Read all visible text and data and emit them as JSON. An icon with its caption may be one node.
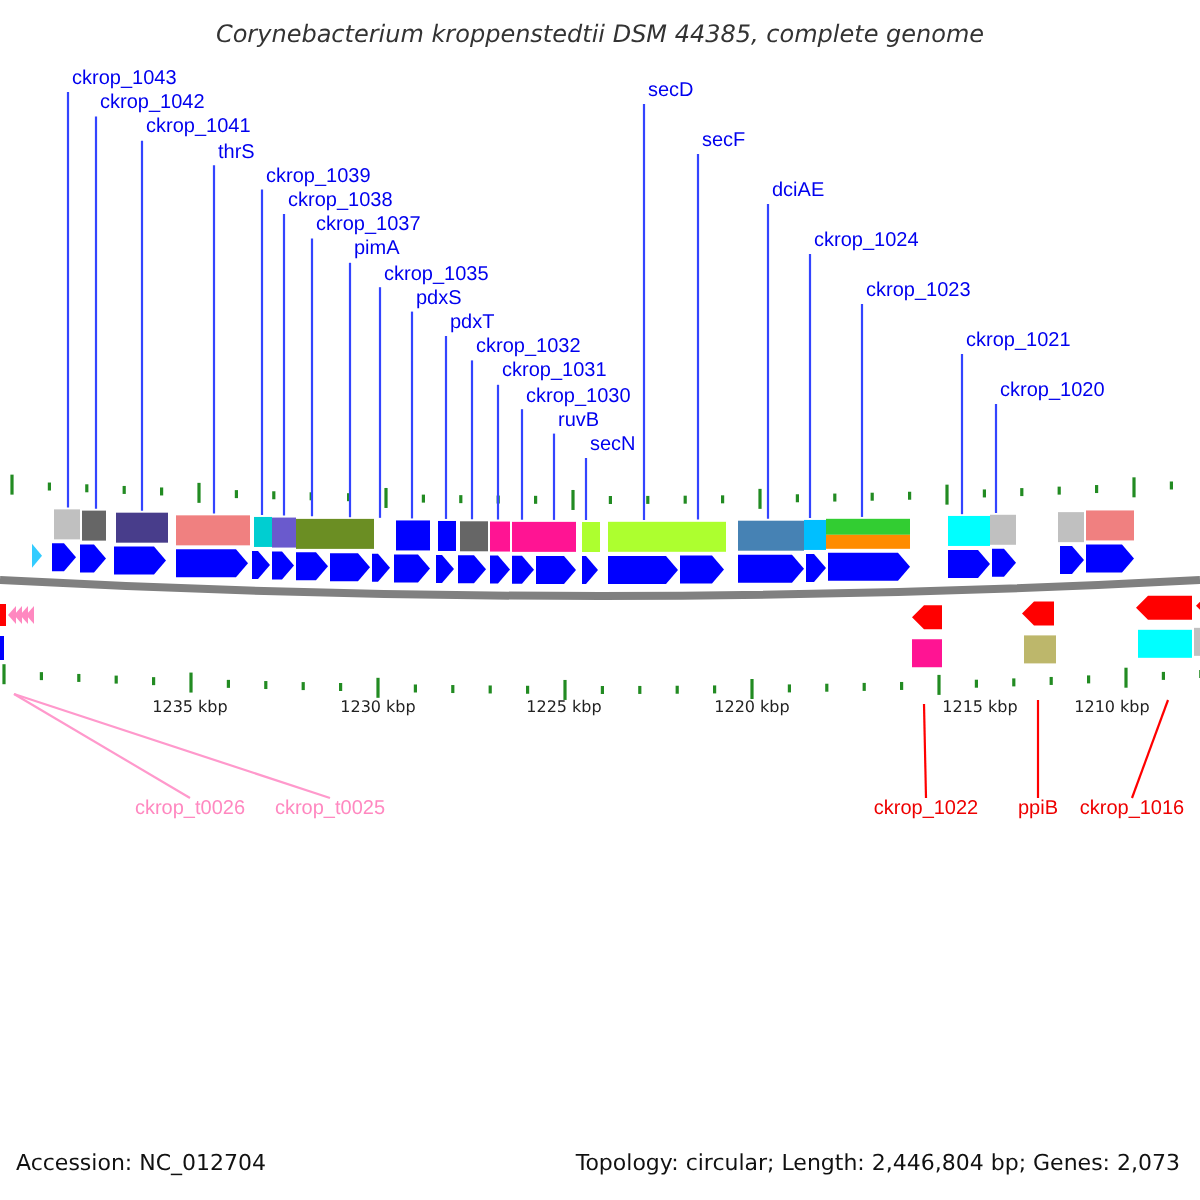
{
  "diagram": {
    "title": "Corynebacterium kroppenstedtii DSM 44385, complete genome",
    "nodes": [
      {
        "text": [
          "ckrop_1043"
        ]
      },
      {
        "text": [
          "ckrop_1042"
        ]
      },
      {
        "text": [
          "ckrop_1041"
        ]
      },
      {
        "text": [
          "thrS"
        ]
      },
      {
        "text": [
          "ckrop_1039"
        ]
      },
      {
        "text": [
          "ckrop_1038"
        ]
      },
      {
        "text": [
          "ckrop_1037"
        ]
      },
      {
        "text": [
          "pimA"
        ]
      },
      {
        "text": [
          "ckrop_1035"
        ]
      },
      {
        "text": [
          "pdxS"
        ]
      },
      {
        "text": [
          "pdxT"
        ]
      },
      {
        "text": [
          "ckrop_1032"
        ]
      },
      {
        "text": [
          "ckrop_1031"
        ]
      },
      {
        "text": [
          "ckrop_1030"
        ]
      },
      {
        "text": [
          "ruvB"
        ]
      },
      {
        "text": [
          "secN"
        ]
      },
      {
        "text": [
          "secD"
        ]
      },
      {
        "text": [
          "secF"
        ]
      },
      {
        "text": [
          "dciAE"
        ]
      },
      {
        "text": [
          "ckrop_1024"
        ]
      },
      {
        "text": [
          "ckrop_1023"
        ]
      },
      {
        "text": [
          "ckrop_1021"
        ]
      },
      {
        "text": [
          "ckrop_1020"
        ]
      },
      {
        "text": [
          "ckrop_t0026"
        ]
      },
      {
        "text": [
          "ckrop_t0025"
        ]
      },
      {
        "text": [
          "ckrop_1022"
        ]
      },
      {
        "text": [
          "ppiB"
        ]
      },
      {
        "text": [
          "ckrop_1016"
        ]
      }
    ],
    "edges": [
      {
        "from": 0,
        "to": null,
        "arrow": "none"
      },
      {
        "from": 1,
        "to": null,
        "arrow": "none"
      },
      {
        "from": 2,
        "to": null,
        "arrow": "none"
      },
      {
        "from": 3,
        "to": null,
        "arrow": "none"
      },
      {
        "from": 4,
        "to": null,
        "arrow": "none"
      },
      {
        "from": 5,
        "to": null,
        "arrow": "none"
      },
      {
        "from": 6,
        "to": null,
        "arrow": "none"
      },
      {
        "from": 7,
        "to": null,
        "arrow": "none"
      },
      {
        "from": 8,
        "to": null,
        "arrow": "none"
      },
      {
        "from": 9,
        "to": null,
        "arrow": "none"
      },
      {
        "from": 10,
        "to": null,
        "arrow": "none"
      },
      {
        "from": 11,
        "to": null,
        "arrow": "none"
      },
      {
        "from": 12,
        "to": null,
        "arrow": "none"
      },
      {
        "from": 13,
        "to": null,
        "arrow": "none"
      },
      {
        "from": 14,
        "to": null,
        "arrow": "none"
      },
      {
        "from": 15,
        "to": null,
        "arrow": "none"
      },
      {
        "from": 16,
        "to": null,
        "arrow": "none"
      },
      {
        "from": 17,
        "to": null,
        "arrow": "none"
      },
      {
        "from": 18,
        "to": null,
        "arrow": "none"
      },
      {
        "from": 19,
        "to": null,
        "arrow": "none"
      },
      {
        "from": 20,
        "to": null,
        "arrow": "none"
      },
      {
        "from": 21,
        "to": null,
        "arrow": "none"
      },
      {
        "from": 22,
        "to": null,
        "arrow": "none"
      },
      {
        "from": 23,
        "to": null,
        "arrow": "none",
        "color": "#ff99cc"
      },
      {
        "from": 24,
        "to": null,
        "arrow": "none",
        "color": "#ff99cc"
      },
      {
        "from": 25,
        "to": null,
        "arrow": "none",
        "color": "#ff0000"
      },
      {
        "from": 26,
        "to": null,
        "arrow": "none",
        "color": "#ff0000"
      },
      {
        "from": 27,
        "to": null,
        "arrow": "none",
        "color": "#ff0000"
      }
    ],
    "labels": [
      "1235 kbp",
      "1230 kbp",
      "1225 kbp",
      "1220 kbp",
      "1215 kbp",
      "1210 kbp",
      "Accession: NC_012704",
      "Topology: circular; Length: 2,446,804 bp; Genes: 2,073"
    ]
  }
}
